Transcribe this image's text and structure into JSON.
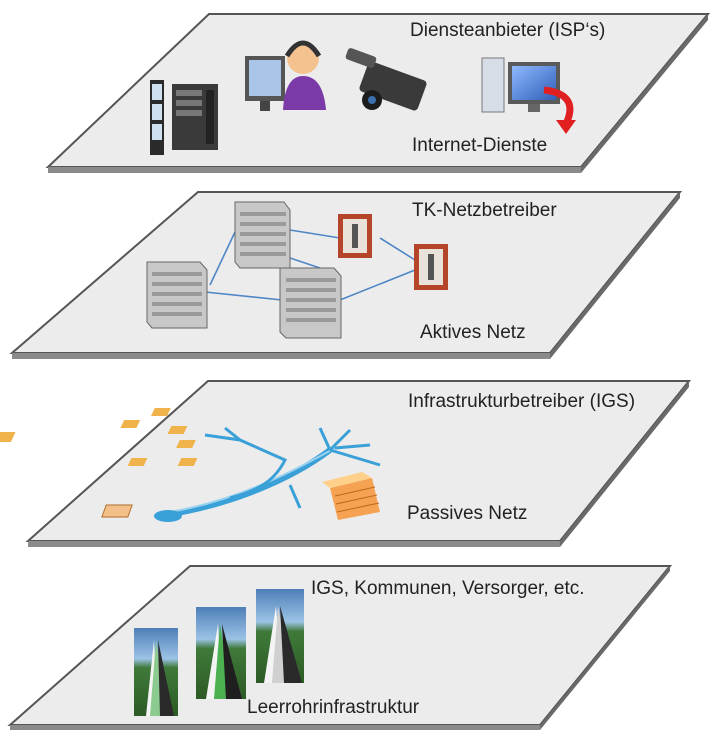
{
  "layers": [
    {
      "id": "isp",
      "top_label": "Diensteanbieter (ISP‘s)",
      "bottom_label": "Internet-Dienste"
    },
    {
      "id": "tk",
      "top_label": "TK-Netzbetreiber",
      "bottom_label": "Aktives Netz"
    },
    {
      "id": "infra",
      "top_label": "Infrastrukturbetreiber (IGS)",
      "bottom_label": "Passives Netz"
    },
    {
      "id": "duct",
      "top_label": "IGS, Kommunen, Versorger, etc.",
      "bottom_label": "Leerrohrinfrastruktur"
    }
  ],
  "icons": {
    "isp": [
      "server-tower-icon",
      "server-rack-icon",
      "call-center-agent-icon",
      "video-camera-icon",
      "desktop-download-icon"
    ],
    "tk": [
      "switch-cabinet-icon",
      "switch-cabinet-icon",
      "switch-cabinet-icon",
      "distribution-box-icon",
      "distribution-box-icon"
    ],
    "infra": [
      "fiber-tree-icon",
      "building-icon"
    ],
    "duct": [
      "duct-pipes-photo-icon",
      "duct-pipes-photo-icon",
      "duct-pipes-photo-icon"
    ]
  },
  "colors": {
    "plane_fill": "#ececec",
    "plane_stroke": "#555555",
    "link_line": "#4f86c6",
    "fiber": "#3aa0d8",
    "arrow": "#e02020"
  }
}
